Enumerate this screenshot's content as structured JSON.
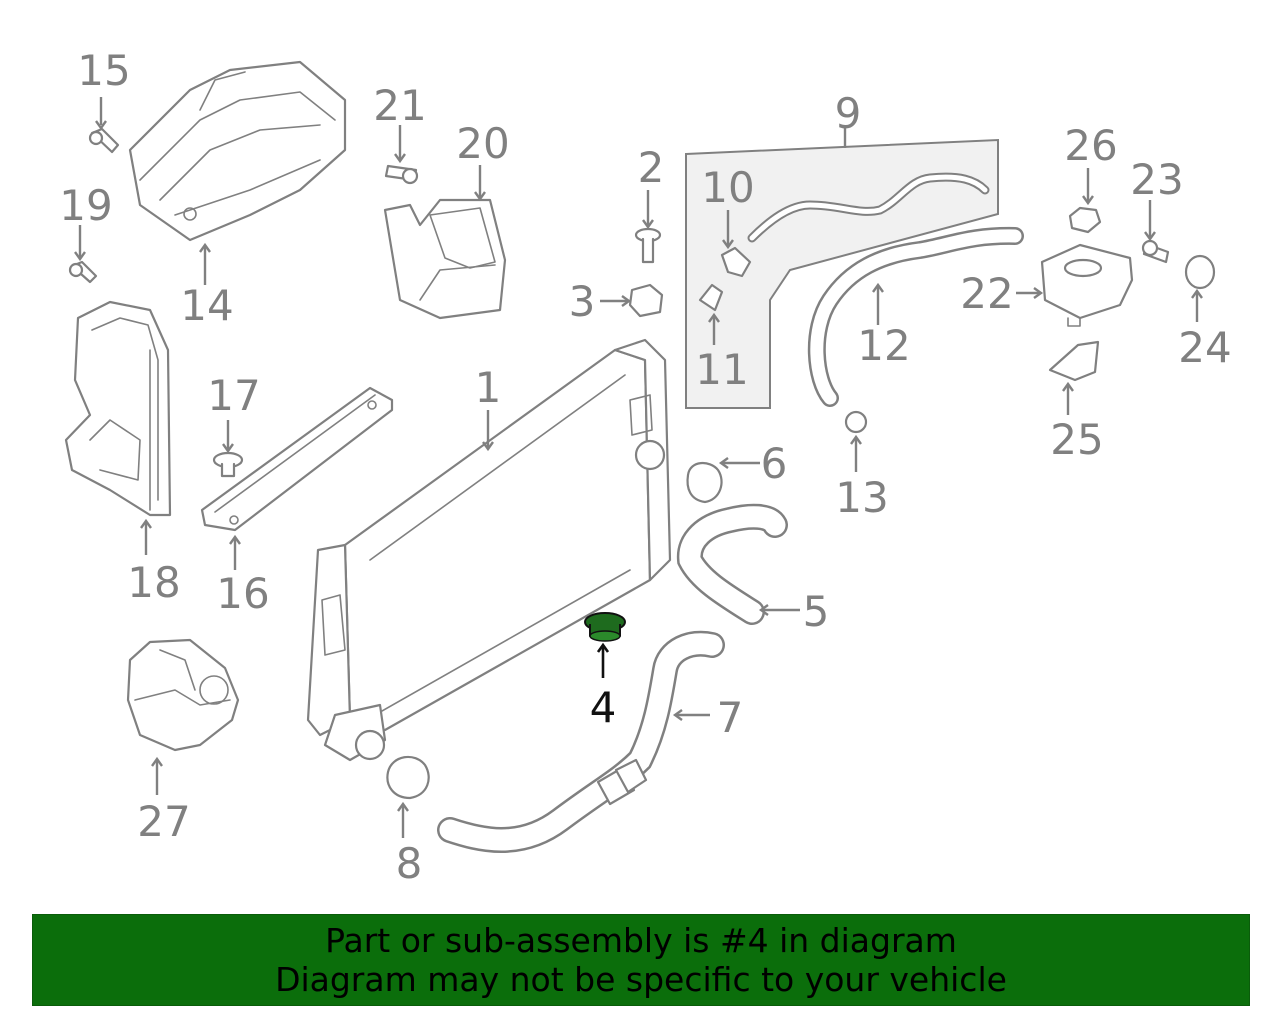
{
  "diagram": {
    "highlight_color": "#1e6b1e",
    "callouts": {
      "c1": "1",
      "c2": "2",
      "c3": "3",
      "c4": "4",
      "c5": "5",
      "c6": "6",
      "c7": "7",
      "c8": "8",
      "c9": "9",
      "c10": "10",
      "c11": "11",
      "c12": "12",
      "c13": "13",
      "c14": "14",
      "c15": "15",
      "c16": "16",
      "c17": "17",
      "c18": "18",
      "c19": "19",
      "c20": "20",
      "c21": "21",
      "c22": "22",
      "c23": "23",
      "c24": "24",
      "c25": "25",
      "c26": "26",
      "c27": "27"
    },
    "highlighted_part": "4"
  },
  "banner": {
    "line1": "Part or sub-assembly is #4 in diagram",
    "line2": "Diagram may not be specific to your vehicle",
    "background": "#0b6e0b"
  }
}
